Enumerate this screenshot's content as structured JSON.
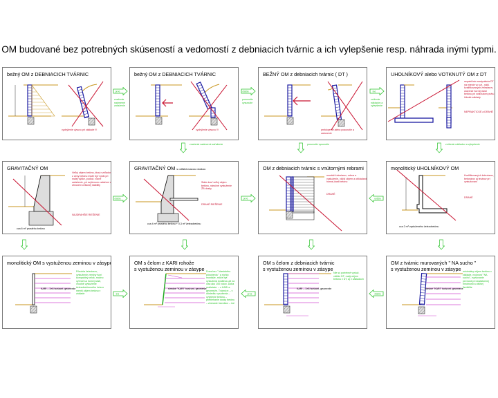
{
  "title": "OM budované bez potrebných skúseností a vedomostí z debniacich tvárnic a ich vylepšenie resp. náhrada inými typmi.",
  "colors": {
    "wall": "#1a1aa0",
    "cross": "#c8102e",
    "ground": "#c8961e",
    "reinforcement": "#d14fd1",
    "green": "#2ec42e"
  },
  "panels": [
    {
      "title": "bežný OM z DEBNIACICH TVÁRNIC",
      "note": "vychýlenie výsuvu pri základe !!!"
    },
    {
      "title": "bežný OM z DEBNIACICH TVÁRNIC",
      "note": "vychýlenie výsuvu !!!"
    },
    {
      "title": "BEŽNÝ OM z debniacich tvárnic  ( DT )",
      "note": "preklopenie alebo posunutie a zaborenie"
    },
    {
      "title": "UHOLNÍKOVÝ alebo VOTKNUTÝ OM z DT",
      "note": "nepatričná manipulácia DT na mieste vo vzt., nákl. kvalifikovaných železiarov, uloženie hornej časti betónu pri votknutom prvku hlboké základy",
      "note2": "NEPRAKTICKÉ a DRAHÉ"
    },
    {
      "title": "GRAVITAČNÝ  OM",
      "note": "Veľký objem betónu, ktorý vzhľadom z ceny betónu môže byť vyšší pri malej výške, podlož. rôzne zaťaženie, pri zvýšenom zaťažení a ohrození celkovej stability",
      "note2": "NAJDRAHŠIE RIEŠENIE",
      "foot": "cca 6 m³ prostého betónu"
    },
    {
      "title": "GRAVITAČNÝ  OM",
      "subtitle": "s odľahčovacou doskou",
      "note": "Stále dosť veľký objem betónu, náročné vystuženie ŽB dosky",
      "note2": "DRAHÉ RIEŠENIE",
      "foot": "cca 4 m³ prostého betónu + 0,3 m³ železobetónu"
    },
    {
      "title": "OM z debniacich tvárnic s vnútornými rebrami",
      "note": "montáž železiarov, odvoz a vystuženie, väčší objem a obkladanie hornej časti betónu",
      "note2": "DRAHÉ"
    },
    {
      "title": "monolitický UHOLNÍKOVÝ OM",
      "note": "Kvalifikovaných železiarov, betonárov aj tesárov pri vystužovaní",
      "note2": "DRAHÉ",
      "foot": "cca 2 m³ vystuženého železobetónu"
    },
    {
      "title": "monolitický OM s vystuženou zeminou v zásype",
      "note": "Pôsobia železiarov, vystuženie zeminy tvorí kompaktný celok, možno vyhnúť sa hornej časti, vhodné vystuženie železobetónového čela a menší objem betónu v základe",
      "label": "KARI – 3×8 horizont. geomreže"
    },
    {
      "title": "OM s čelom z KARI rohože",
      "title2": "s vystuženou zeminou v zásype",
      "note": "Dnes bez \" klasického pôsobenia \" a rýchlo montáže, môže byť vystužená kvalitnou až na viac ako 100 rokov. Doba realizácie: – z KARI a geomreže. Tvárnice: – v dôsledku vysušenia – vytýčenie betónu – prebiehanie dosky betónu – zberanie trávnikov – iné",
      "label": "stredné \"KARI\" horizont. geomreže"
    },
    {
      "title": "OM s čelom z debniacich tvárnic",
      "title2": "s vystuženou zeminou v zásype",
      "note": "Nie sú potrebné vystuž. väčšie DT, malý objem betónu v DT, aj v základoch",
      "label": "KARI – 3×8 horizont. geomreže"
    },
    {
      "title": "OM z tvárnic murovaných \" NA sucho \"",
      "title2": "s vystuženou zeminou v zásype",
      "note": "minimálny objem betónu v základe, možnosť \"NA sucho\", zvyšovanie pevnosti pri dostatočnej hmotnosti a väčšej flexibilite",
      "label": "stredné \"KARI\" horizont. geomreže"
    }
  ],
  "connectors": [
    "prvé",
    "ďalšie",
    "iné",
    "ďalšie",
    "prvé",
    "vyššie",
    "iné",
    "prvé",
    "ďalšie"
  ],
  "vnotes": [
    "značenie nadmerné zaťaženie",
    "posunutie vysunutie",
    "zníženie nákladov a vylepšenie"
  ]
}
